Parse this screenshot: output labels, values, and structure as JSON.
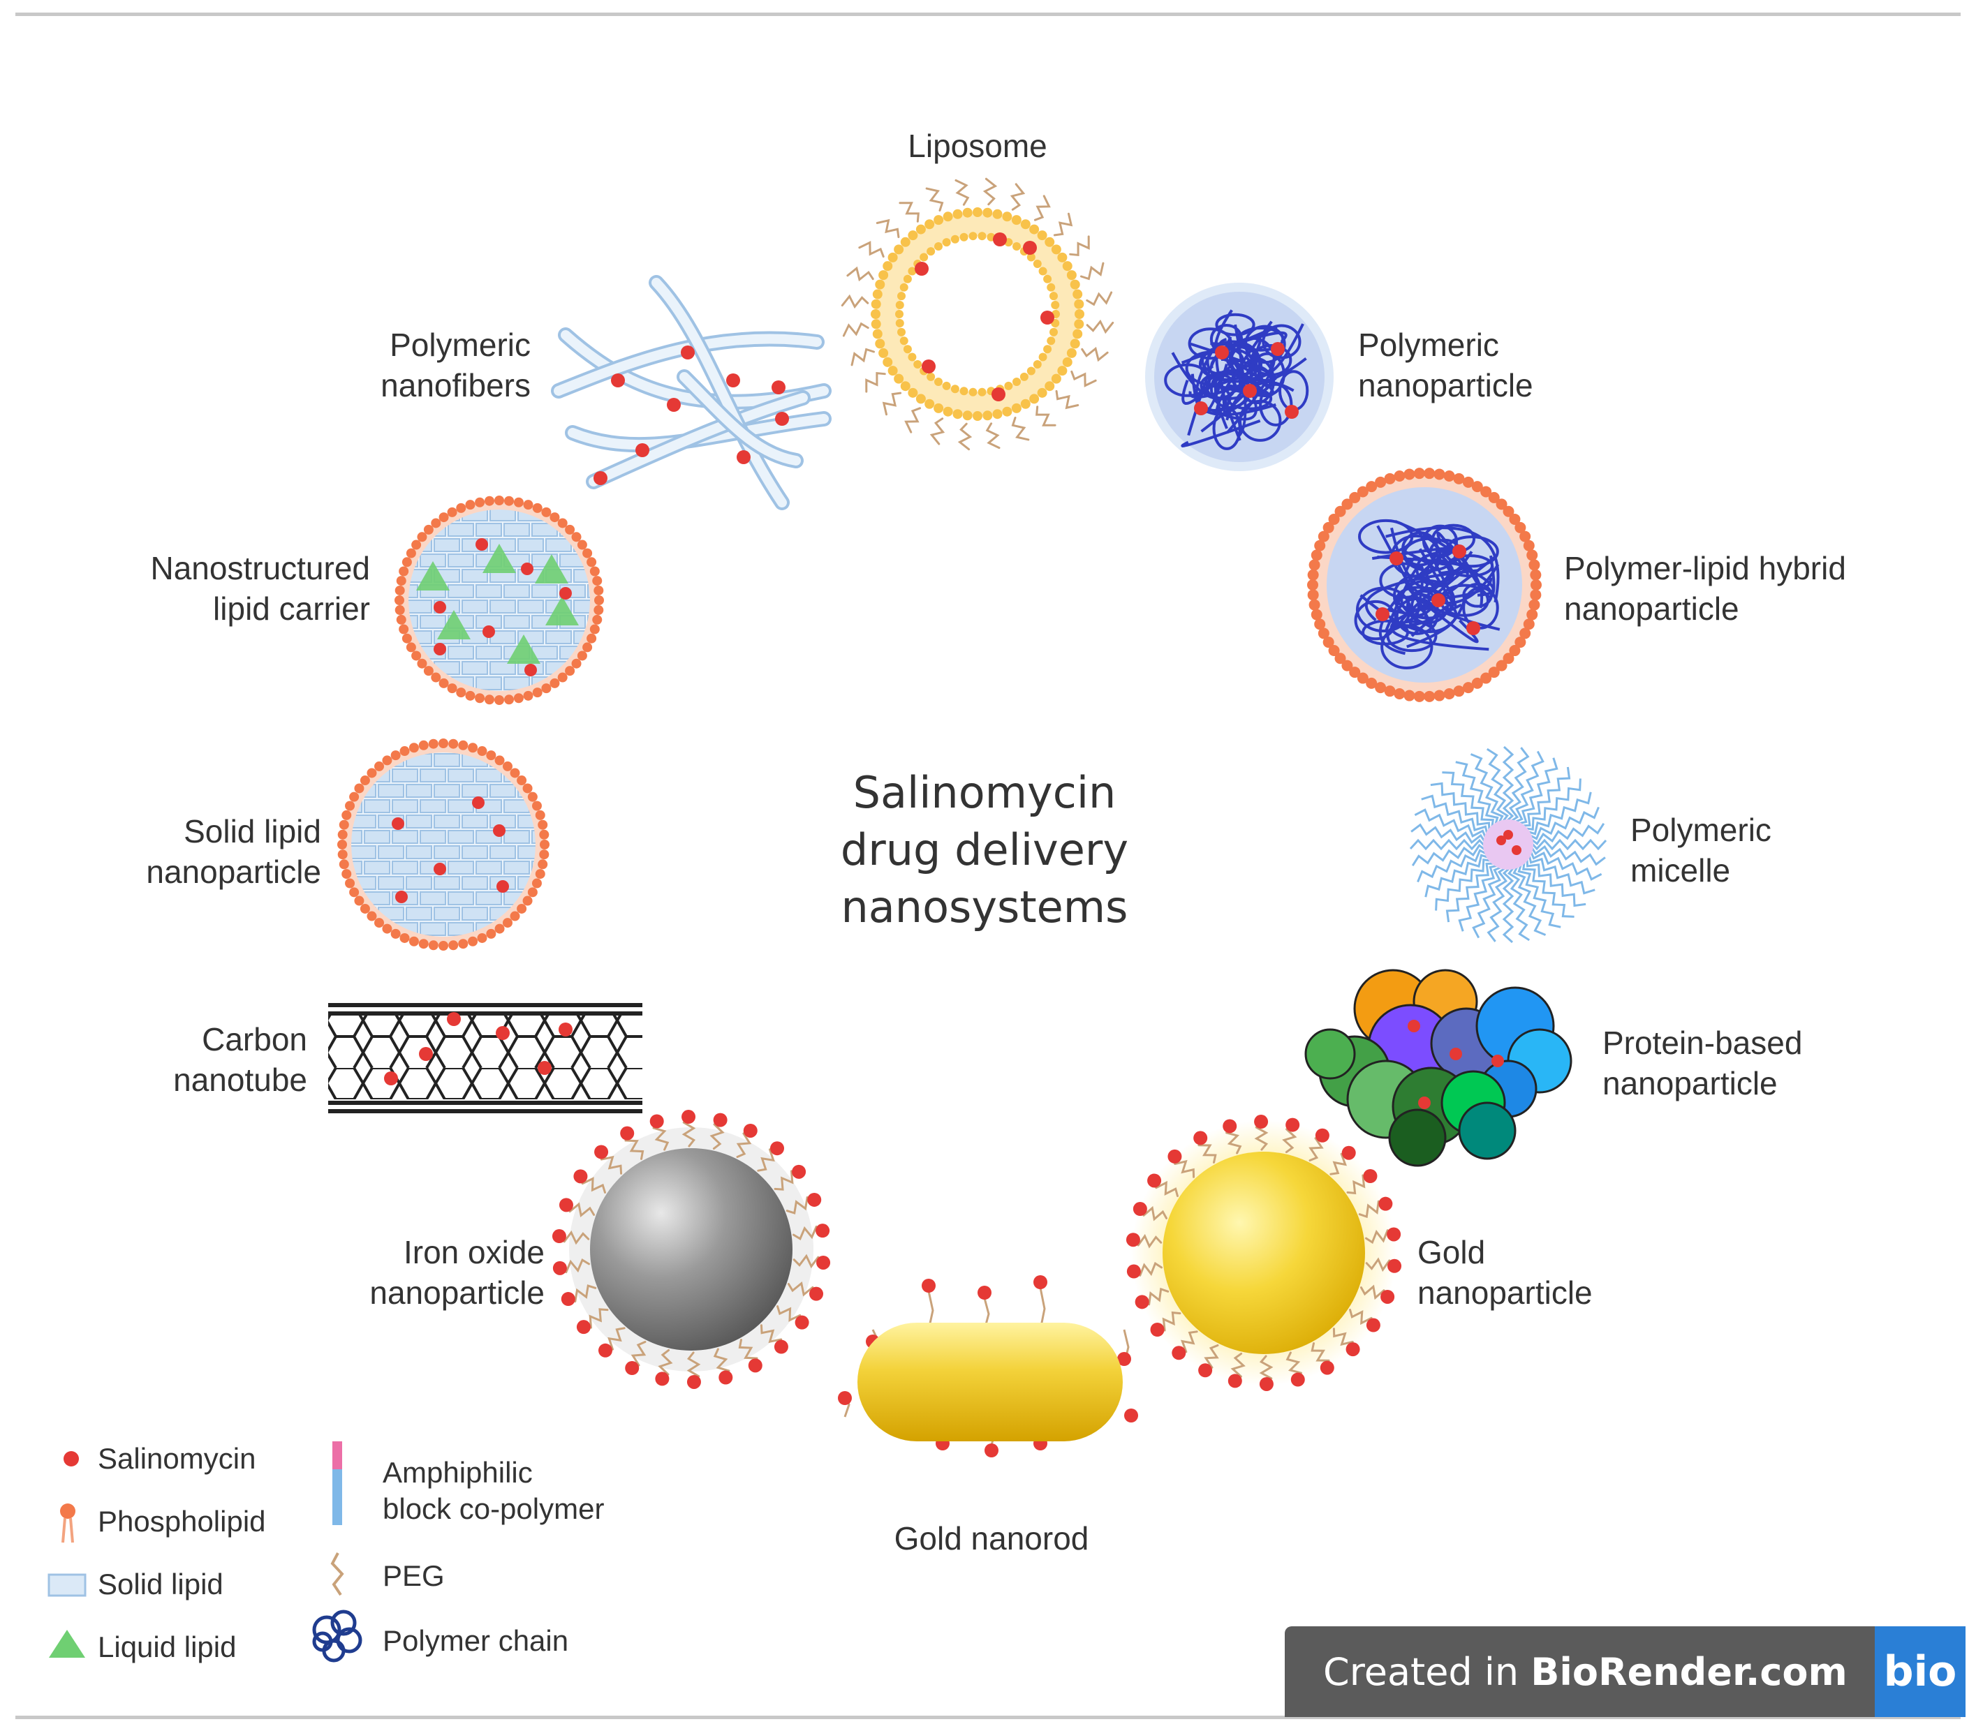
{
  "title": "Salinomycin\ndrug delivery\nnanosystems",
  "items": [
    {
      "key": "liposome",
      "label": "Liposome"
    },
    {
      "key": "polymeric-nanoparticle",
      "label": "Polymeric\nnanoparticle"
    },
    {
      "key": "polymer-lipid-hybrid",
      "label": "Polymer-lipid hybrid\nnanoparticle"
    },
    {
      "key": "polymeric-micelle",
      "label": "Polymeric\nmicelle"
    },
    {
      "key": "protein-based",
      "label": "Protein-based\nnanoparticle"
    },
    {
      "key": "gold-nanoparticle",
      "label": "Gold\nnanoparticle"
    },
    {
      "key": "gold-nanorod",
      "label": "Gold nanorod"
    },
    {
      "key": "iron-oxide",
      "label": "Iron oxide\nnanoparticle"
    },
    {
      "key": "carbon-nanotube",
      "label": "Carbon\nnanotube"
    },
    {
      "key": "solid-lipid",
      "label": "Solid lipid\nnanoparticle"
    },
    {
      "key": "nlc",
      "label": "Nanostructured\nlipid carrier"
    },
    {
      "key": "nanofibers",
      "label": "Polymeric\nnanofibers"
    }
  ],
  "legend": [
    {
      "key": "salinomycin",
      "label": "Salinomycin"
    },
    {
      "key": "phospholipid",
      "label": "Phospholipid"
    },
    {
      "key": "solid-lipid",
      "label": "Solid lipid"
    },
    {
      "key": "liquid-lipid",
      "label": "Liquid lipid"
    },
    {
      "key": "amphiphilic",
      "label": "Amphiphilic\nblock co-polymer"
    },
    {
      "key": "peg",
      "label": "PEG"
    },
    {
      "key": "polymer-chain",
      "label": "Polymer chain"
    }
  ],
  "credit": {
    "prefix": "Created in ",
    "brand": "BioRender.com",
    "logo": "bio"
  },
  "colors": {
    "drug": "#e53935",
    "phospholipid": "#f3794a",
    "liposome_shell": "#f8c24a",
    "polymer_chain": "#2f3cc4",
    "solid_lipid": "#b7d3ee",
    "liquid_lipid": "#6fcf72",
    "gold": "#f3d23a",
    "iron": "#8c8c8c",
    "biorender_blue": "#2a7fd6"
  }
}
